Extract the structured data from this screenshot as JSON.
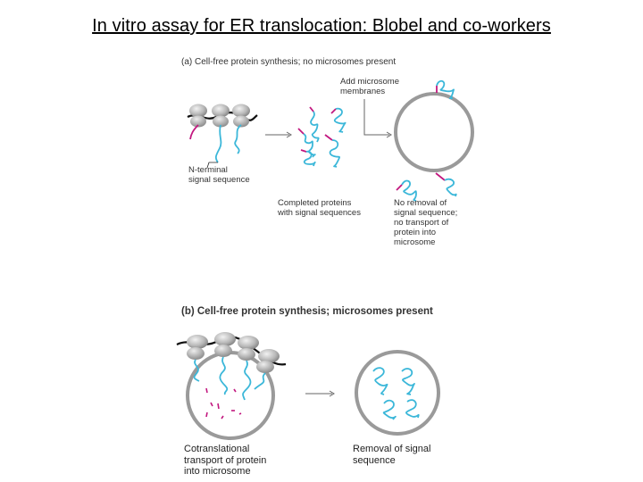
{
  "title": "In vitro assay for ER translocation: Blobel and co-workers",
  "panel_a": {
    "heading": "(a)  Cell-free protein synthesis; no microsomes present",
    "label_n_terminal": [
      "N-terminal",
      "signal sequence"
    ],
    "label_add_microsome": [
      "Add microsome",
      "membranes"
    ],
    "label_completed": [
      "Completed proteins",
      "with signal sequences"
    ],
    "label_no_removal": [
      "No removal of",
      "signal sequence;",
      "no transport of",
      "protein into",
      "microsome"
    ]
  },
  "panel_b": {
    "heading": "(b)  Cell-free protein synthesis; microsomes present",
    "label_cotranslational": [
      "Cotranslational",
      "transport of protein",
      "into microsome"
    ],
    "label_removal": [
      "Removal of signal",
      "sequence"
    ]
  },
  "colors": {
    "protein": "#3bb7d9",
    "signal_sequence": "#c2177f",
    "membrane": "#9a9a9a",
    "ribosome": "#a8a8a8",
    "mrna": "#111111"
  }
}
